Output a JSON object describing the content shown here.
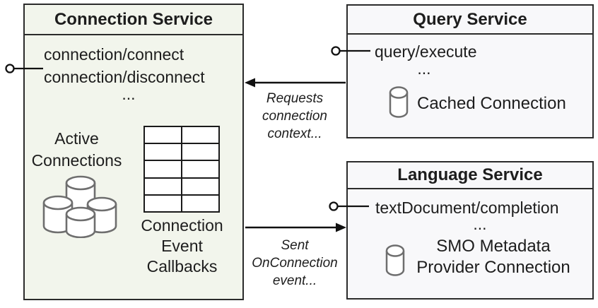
{
  "connection_service": {
    "title": "Connection Service",
    "methods": [
      "connection/connect",
      "connection/disconnect",
      "..."
    ],
    "active_connections_label": "Active\nConnections",
    "callbacks_label": "Connection\nEvent\nCallbacks"
  },
  "query_service": {
    "title": "Query Service",
    "methods": [
      "query/execute",
      "..."
    ],
    "connection_label": "Cached Connection"
  },
  "language_service": {
    "title": "Language Service",
    "methods": [
      "textDocument/completion",
      "..."
    ],
    "connection_label": "SMO Metadata\nProvider Connection"
  },
  "arrows": {
    "requests_label": "Requests\nconnection\ncontext...",
    "sent_label": "Sent\nOnConnection\nevent..."
  },
  "icons": {
    "active_connections": "database-cluster-icon",
    "cached_connection": "database-icon",
    "smo_connection": "database-icon",
    "callbacks": "table-grid-icon"
  },
  "colors": {
    "connection_service_fill": "#f2f5ec",
    "service_fill": "#f8f8fa",
    "border": "#2b2b2b",
    "cylinder_stroke": "#6e6e6e",
    "line": "#111111",
    "text": "#1d1d1d"
  }
}
